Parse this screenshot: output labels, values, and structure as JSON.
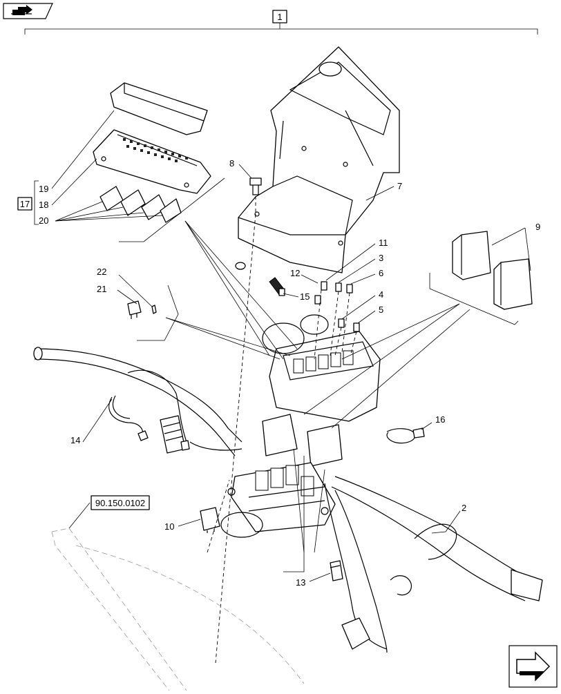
{
  "diagram": {
    "main_item": "1",
    "group_item": "17",
    "reference_label": "90.150.0102",
    "nav_icon_top": "book-arrow-icon",
    "nav_icon_bottom": "next-page-arrow-icon",
    "callouts": {
      "c2": "2",
      "c4": "4",
      "c5": "5",
      "c6": "6",
      "c7": "7",
      "c8": "8",
      "c9": "9",
      "c10": "10",
      "c11": "11",
      "c12": "12",
      "c13": "13",
      "c14": "14",
      "c15": "15",
      "c16": "16",
      "c18": "18",
      "c19": "19",
      "c20": "20",
      "c21": "21",
      "c22": "22",
      "c3": "3"
    }
  }
}
